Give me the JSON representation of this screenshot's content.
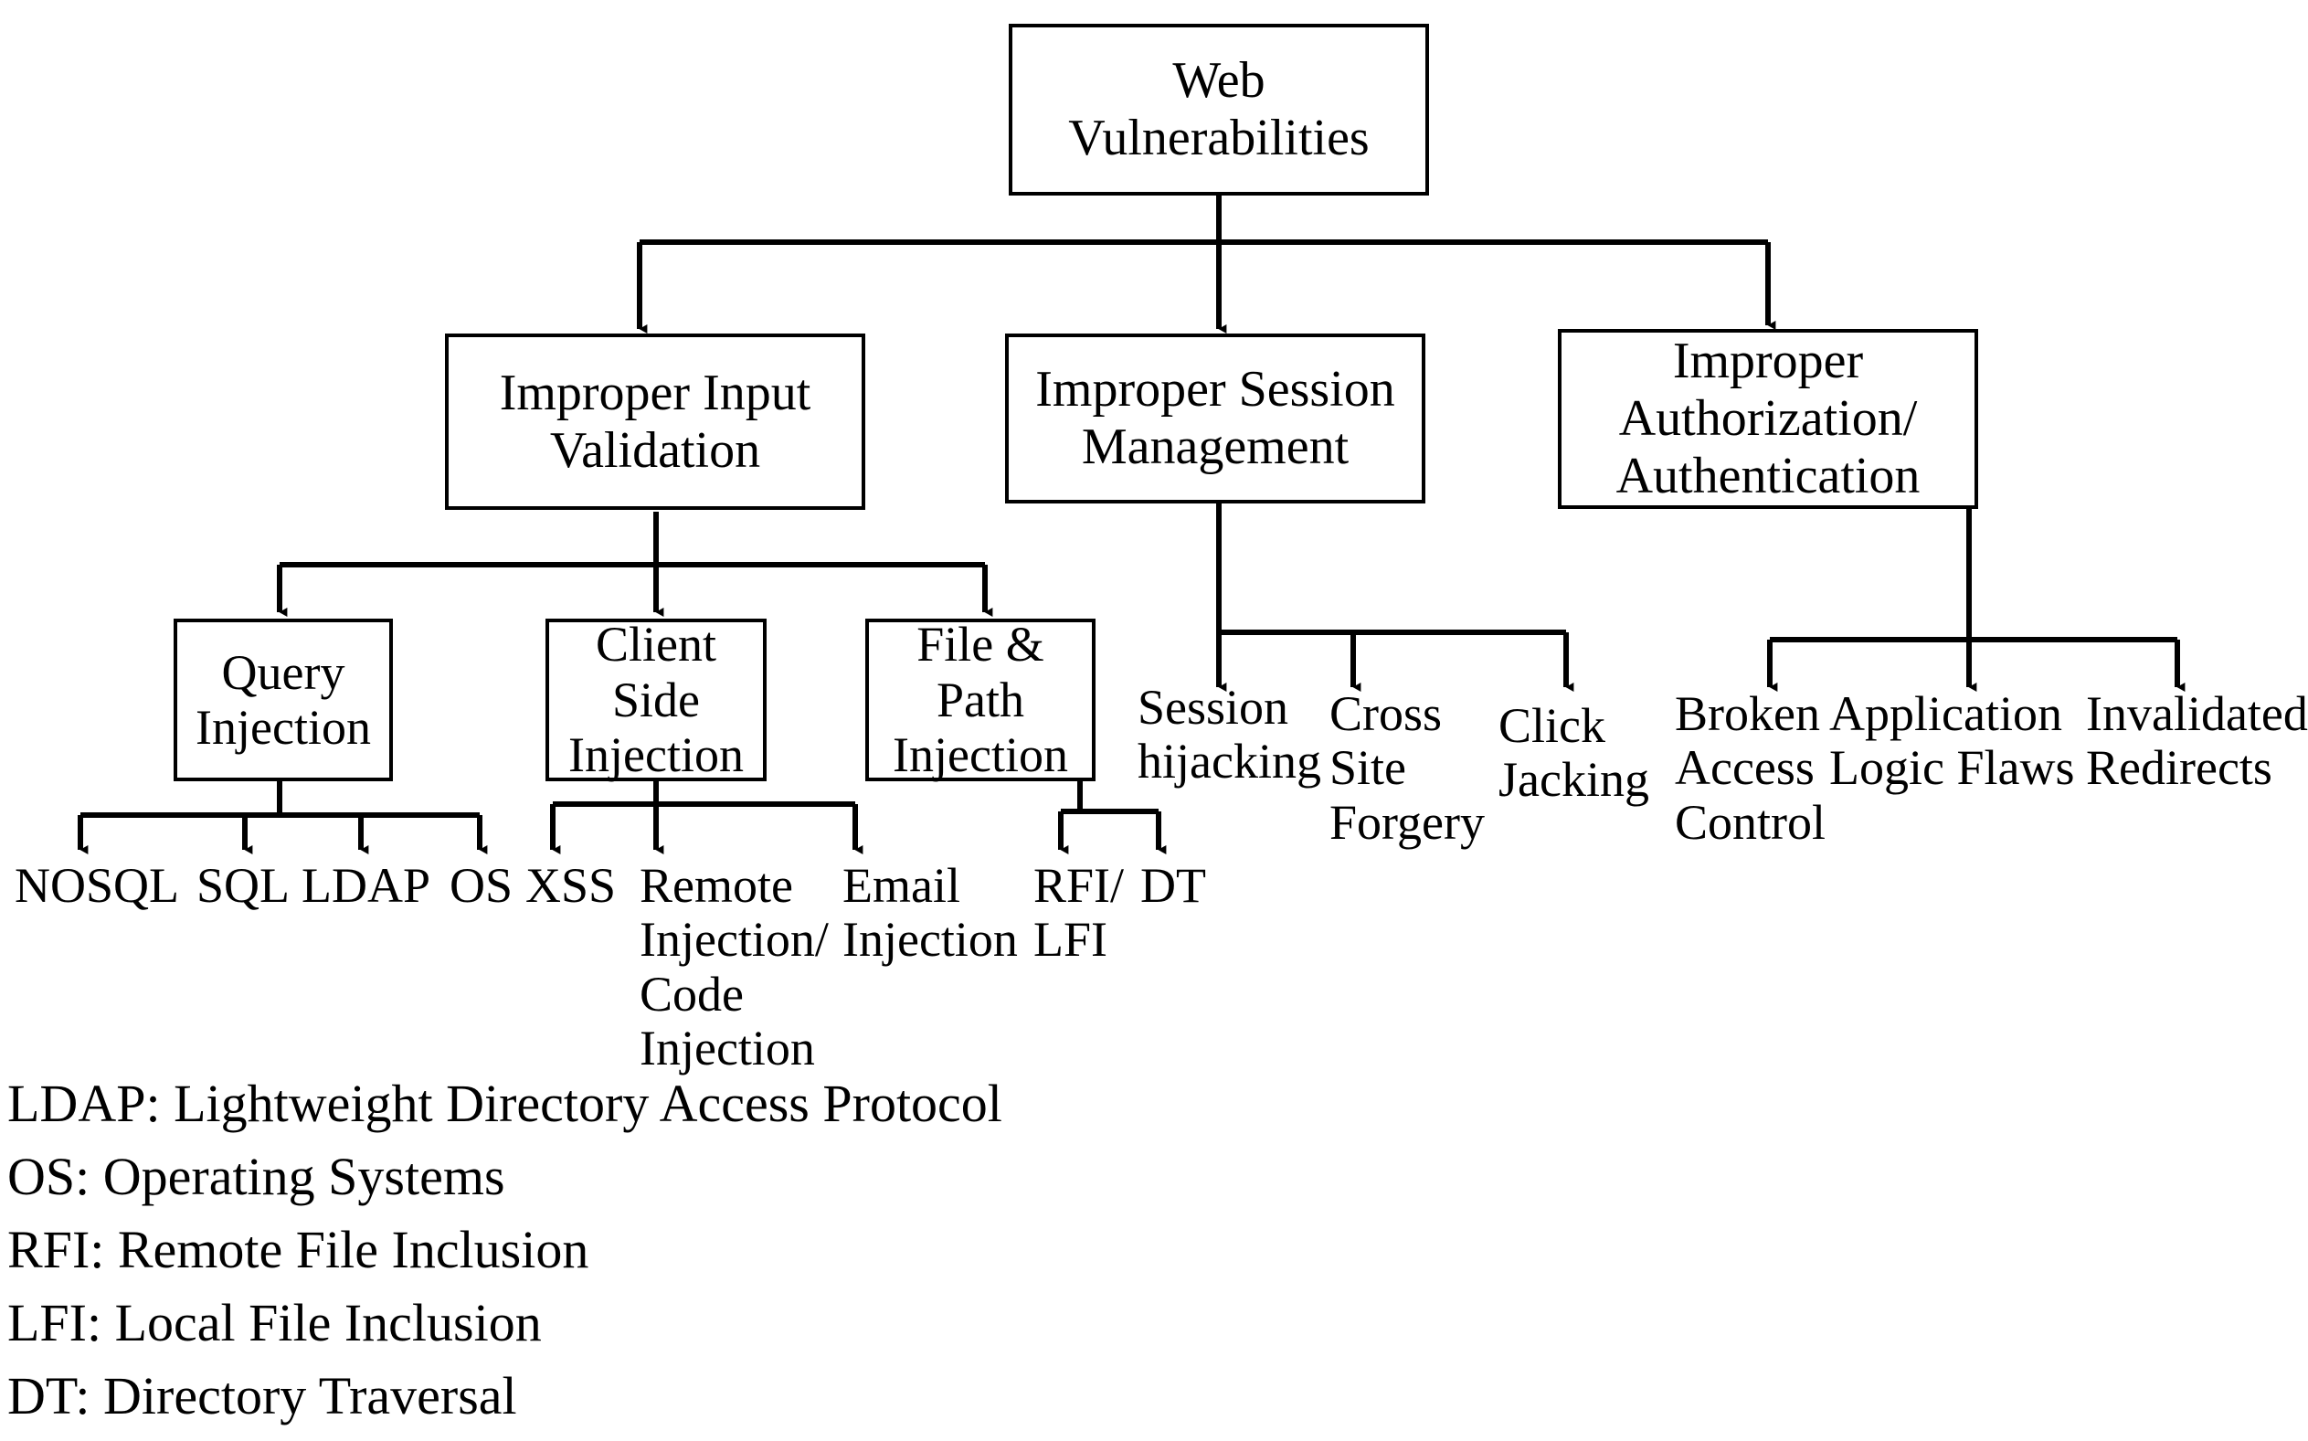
{
  "diagram": {
    "title_node": "Web\nVulnerabilities",
    "type": "tree",
    "orientation": "top-down",
    "line_color": "#000000",
    "box_fill": "#ffffff",
    "text_color": "#000000",
    "nodes": {
      "root": {
        "label": "Web\nVulnerabilities"
      },
      "level2": [
        {
          "id": "improper-input-validation",
          "label": "Improper Input\nValidation"
        },
        {
          "id": "improper-session-management",
          "label": "Improper Session\nManagement"
        },
        {
          "id": "improper-authorization-authentication",
          "label": "Improper\nAuthorization/\nAuthentication"
        }
      ],
      "level3_boxes": [
        {
          "id": "query-injection",
          "label": "Query\nInjection"
        },
        {
          "id": "client-side-injection",
          "label": "Client Side\nInjection"
        },
        {
          "id": "file-path-injection",
          "label": "File & Path\nInjection"
        }
      ],
      "session_leaves": [
        {
          "id": "session-hijacking",
          "label": "Session\nhijacking"
        },
        {
          "id": "cross-site-forgery",
          "label": "Cross\nSite\nForgery"
        },
        {
          "id": "click-jacking",
          "label": "Click\nJacking"
        }
      ],
      "auth_leaves": [
        {
          "id": "broken-access-control",
          "label": "Broken\nAccess\nControl"
        },
        {
          "id": "application-logic-flaws",
          "label": "Application\nLogic Flaws"
        },
        {
          "id": "invalidated-redirects",
          "label": "Invalidated\nRedirects"
        }
      ],
      "query_leaves": [
        {
          "id": "nosql",
          "label": "NOSQL"
        },
        {
          "id": "sql",
          "label": "SQL"
        },
        {
          "id": "ldap",
          "label": "LDAP"
        },
        {
          "id": "os",
          "label": "OS"
        }
      ],
      "client_side_leaves": [
        {
          "id": "xss",
          "label": "XSS"
        },
        {
          "id": "remote-injection-code-injection",
          "label": "Remote\nInjection/\nCode\nInjection"
        },
        {
          "id": "email-injection",
          "label": "Email\nInjection"
        }
      ],
      "file_path_leaves": [
        {
          "id": "rfi-lfi",
          "label": "RFI/\nLFI"
        },
        {
          "id": "dt",
          "label": "DT"
        }
      ]
    },
    "legend": [
      "LDAP: Lightweight Directory Access Protocol",
      "OS: Operating Systems",
      "RFI: Remote File Inclusion",
      "LFI: Local File Inclusion",
      "DT: Directory Traversal"
    ]
  }
}
